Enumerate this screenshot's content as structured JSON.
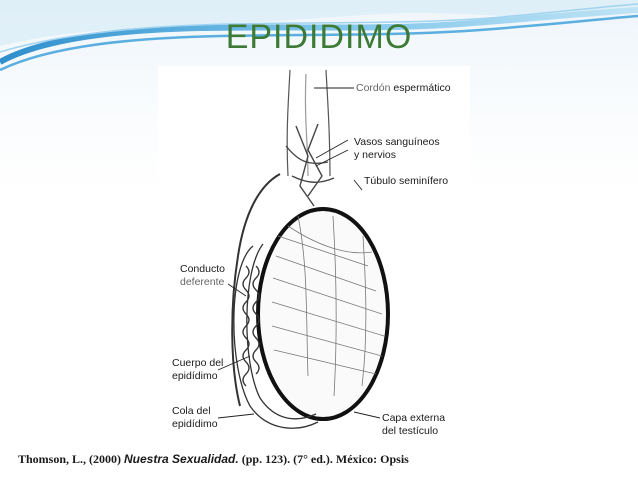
{
  "slide": {
    "title": "EPIDIDIMO",
    "title_color": "#3c7a35",
    "accent_color": "#4ba3d6"
  },
  "figure": {
    "labels": {
      "cordon_a": "Cordón",
      "cordon_b": "espermático",
      "vasos_1": "Vasos sanguíneos",
      "vasos_2": "y nervios",
      "tubulo": "Túbulo seminífero",
      "conducto_1": "Conducto",
      "conducto_2": "deferente",
      "cuerpo_1": "Cuerpo del",
      "cuerpo_2": "epidídimo",
      "cola_1": "Cola del",
      "cola_2": "epidídimo",
      "capa_1": "Capa externa",
      "capa_2": "del testículo"
    }
  },
  "caption": {
    "author": "Thomson, L., (2000)",
    "book": "Nuestra Sexualidad.",
    "details": "(pp. 123). (7° ed.). México: Opsis"
  }
}
